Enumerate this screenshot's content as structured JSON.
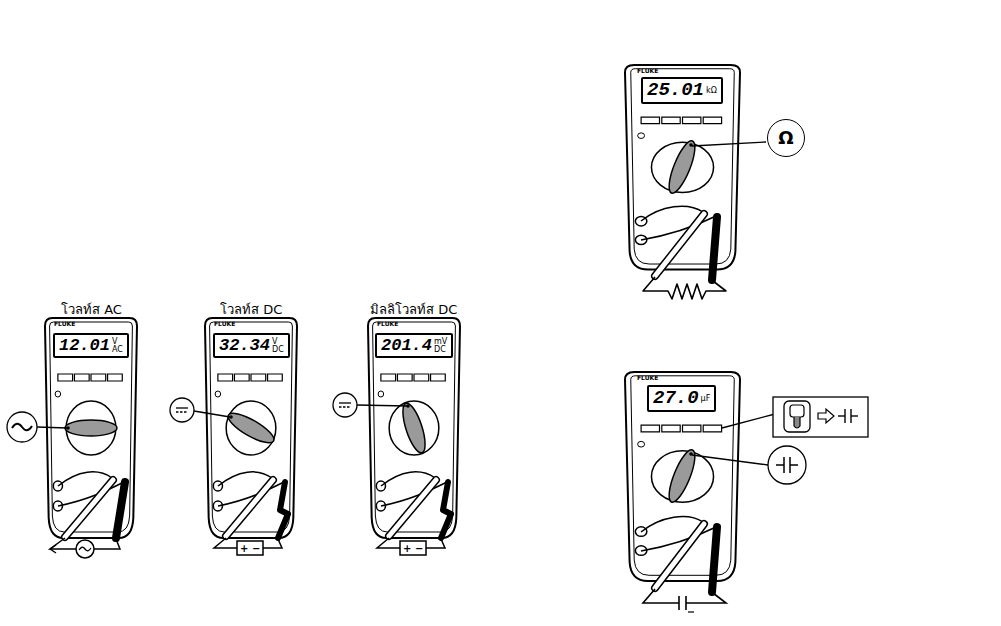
{
  "diagram": {
    "nodes": [
      {
        "text": [
          "12.01",
          "V AC"
        ]
      },
      {
        "text": [
          "32.34",
          "V DC"
        ]
      },
      {
        "text": [
          "201.4",
          "mV DC"
        ]
      },
      {
        "text": [
          "25.01",
          "kΩ"
        ]
      },
      {
        "text": [
          "27.0",
          "μF"
        ]
      },
      {
        "text": [
          "Ω"
        ]
      }
    ],
    "labels": [
      "โวลท์ส AC",
      "โวลท์ส DC",
      "มิลลิโวลท์ส DC",
      "FLUKE",
      "FLUKE",
      "FLUKE",
      "FLUKE",
      "FLUKE",
      "+",
      "−",
      "+",
      "−"
    ]
  }
}
